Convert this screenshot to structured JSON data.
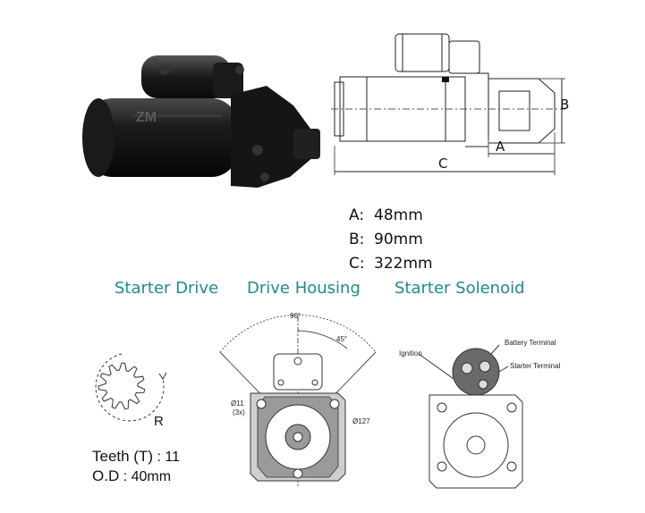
{
  "specs": [
    {
      "key": "A:",
      "value": "48mm"
    },
    {
      "key": "B:",
      "value": "90mm"
    },
    {
      "key": "C:",
      "value": "322mm"
    }
  ],
  "dimension_letters": {
    "a": "A",
    "b": "B",
    "c": "C"
  },
  "sections": {
    "drive": "Starter Drive",
    "housing": "Drive Housing",
    "solenoid": "Starter Solenoid"
  },
  "drive": {
    "rotation": "R",
    "teeth_label": "Teeth (T)",
    "teeth_value": ": 11",
    "od_label": "O.D",
    "od_value": ": 40mm"
  },
  "housing": {
    "angle_90": "90°",
    "angle_45": "45°",
    "hole_dia": "Ø11",
    "hole_count": "(3x)",
    "bolt_circle": "Ø127"
  },
  "solenoid": {
    "ignition": "Ignition",
    "battery_terminal": "Battery Terminal",
    "starter_terminal": "Starter Terminal"
  },
  "watermark": "ZM",
  "colors": {
    "section_label": "#1f8a8c",
    "housing_fill": "#9a9a9a",
    "housing_flange": "#cfcfcf"
  }
}
